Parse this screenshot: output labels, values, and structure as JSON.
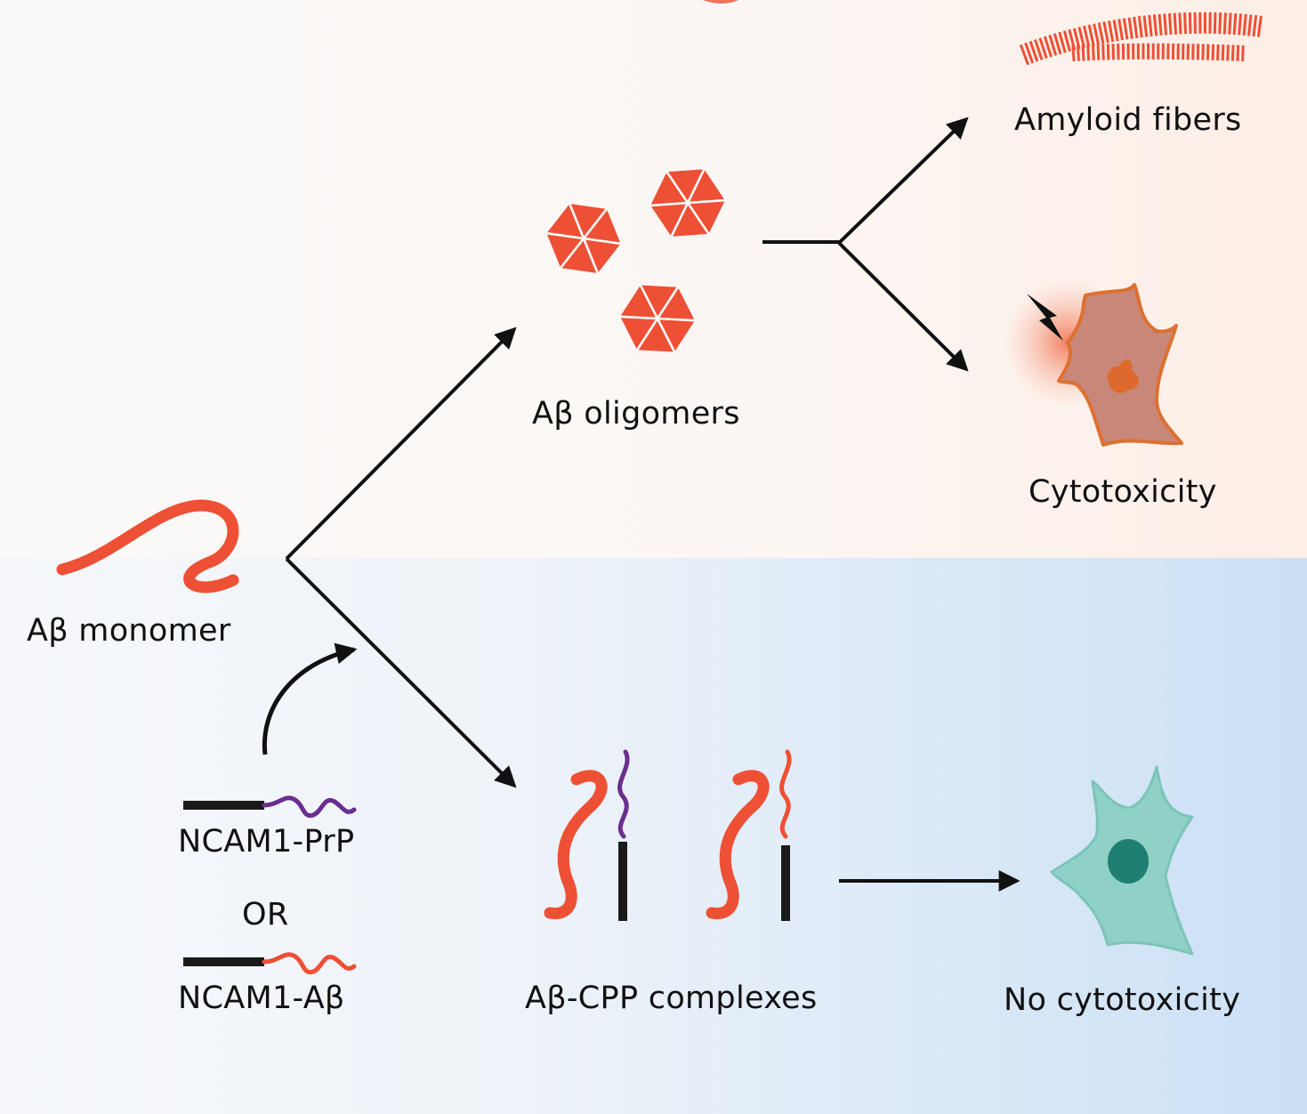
{
  "labels": {
    "monomer": "Aβ monomer",
    "oligomers": "Aβ oligomers",
    "fibers": "Amyloid fibers",
    "cytotoxicity": "Cytotoxicity",
    "ncam_prp": "NCAM1-PrP",
    "or": "OR",
    "ncam_ab": "NCAM1-Aβ",
    "complexes": "Aβ-CPP complexes",
    "no_cytotoxicity": "No cytotoxicity"
  },
  "colors": {
    "abeta": "#ee5035",
    "prp": "#6b2d8f",
    "linker": "#1a1a1a",
    "arrow": "#111111",
    "damaged_cell": "#c98a76",
    "damaged_cell_outline": "#dd7030",
    "healthy_cell": "#8fd1c6",
    "healthy_nucleus": "#1f7f73",
    "top_panel_bg": "#fdf0ea",
    "bottom_panel_bg": "#cfe2f6"
  },
  "icons": [
    "abeta-monomer-icon",
    "oligomer-icon",
    "amyloid-fiber-icon",
    "damaged-cell-icon",
    "lightning-icon",
    "cpp-construct-icon",
    "abeta-cpp-complex-icon",
    "healthy-cell-icon"
  ]
}
